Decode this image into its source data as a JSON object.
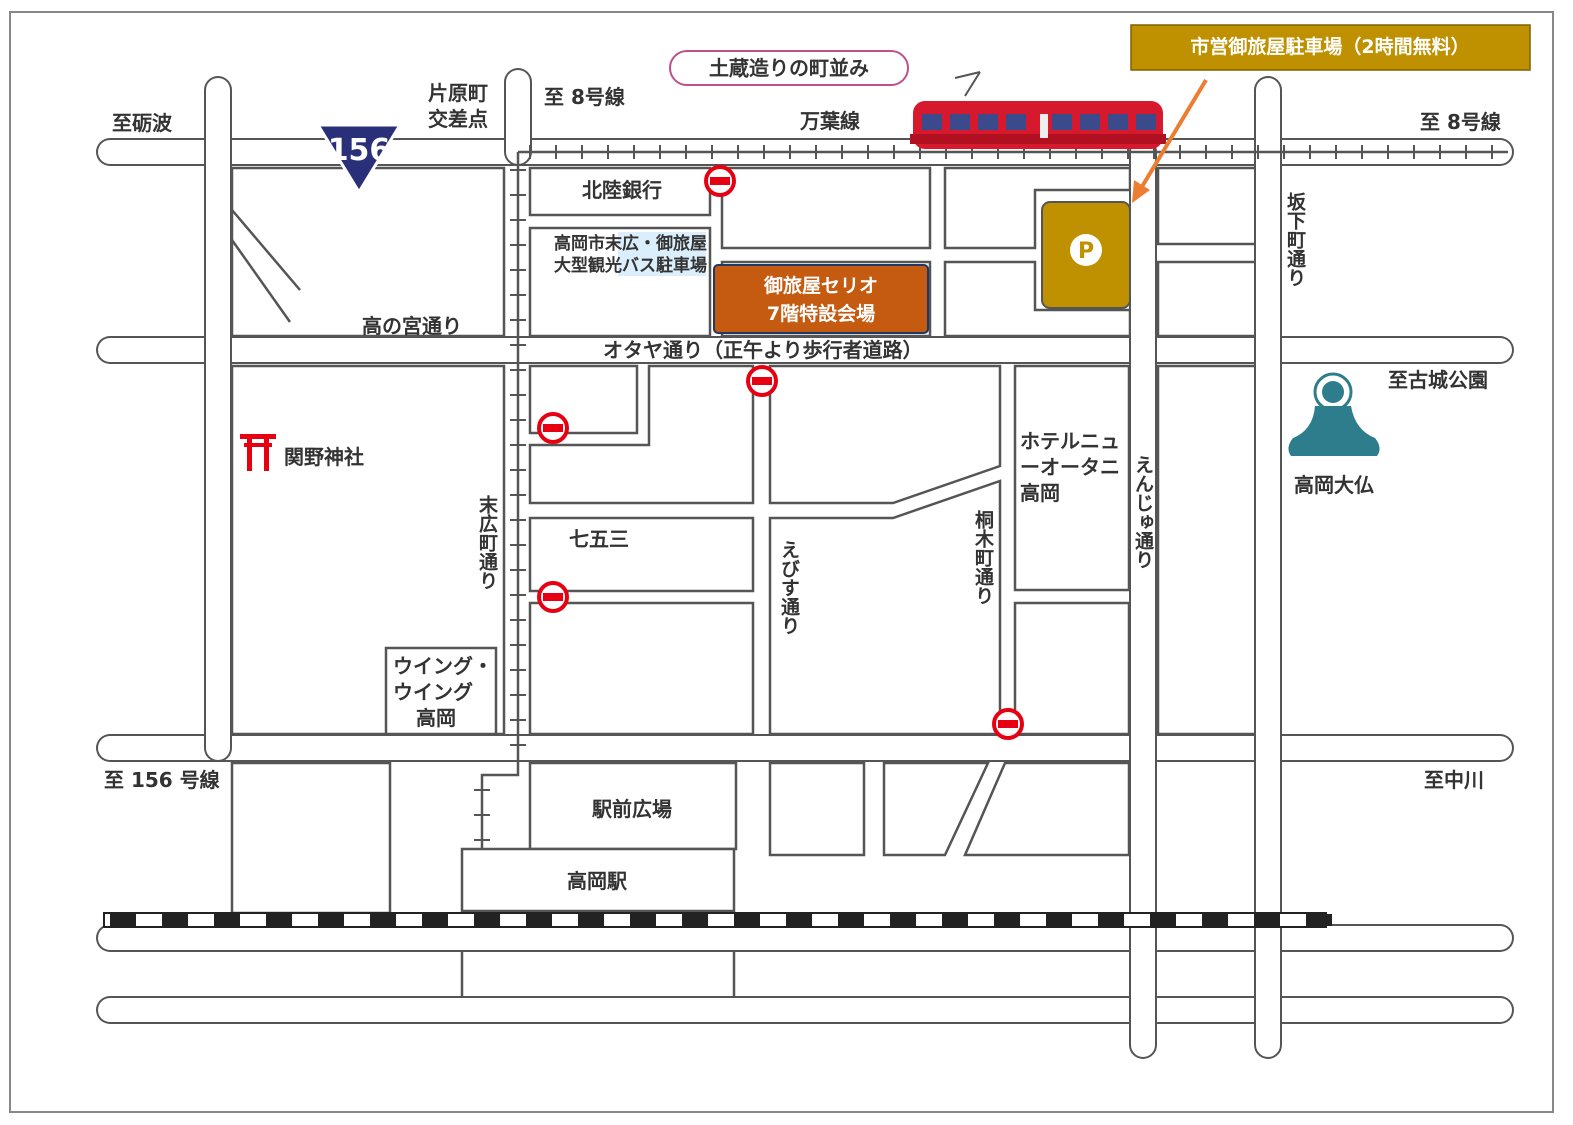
{
  "route_shield": {
    "number": "156",
    "color": "#2a2f7a"
  },
  "street_labels": {
    "to_tonami": "至砺波",
    "katahara_line1": "片原町",
    "katahara_line2": "交差点",
    "to_8_top": "至 8号線",
    "manyo_line": "万葉線",
    "to_8_right": "至 8号線",
    "takanomiya": "高の宮通り",
    "otaya": "オタヤ通り（正午より歩行者道路）",
    "to_kojo_park": "至古城公園",
    "to_156": "至 156 号線",
    "to_nakagawa": "至中川",
    "suehirocho": "末広町通り",
    "ebisu": "えびす通り",
    "kirikicho": "桐木町通り",
    "enju": "えんじゅ通り",
    "sakashitacho": "坂下町通り"
  },
  "place_labels": {
    "hokuriku_bank": "北陸銀行",
    "bus_parking_line1": "高岡市末広・御旅屋",
    "bus_parking_line2": "大型観光バス駐車場",
    "sekino_shrine": "関野神社",
    "shichigosan": "七五三",
    "wing_line1": "ウイング・",
    "wing_line2": "ウイング",
    "wing_line3": "高岡",
    "hotel_line1": "ホテルニュ",
    "hotel_line2": "ーオータニ",
    "hotel_line3": "高岡",
    "takaoka_daibutsu": "高岡大仏",
    "ekimae_plaza": "駅前広場",
    "takaoka_station": "高岡駅"
  },
  "callouts": {
    "townscape": "土蔵造りの町並み",
    "venue_line1": "御旅屋セリオ",
    "venue_line2": "7階特設会場",
    "venue_color": "#c55a11",
    "parking_title": "市営御旅屋駐車場（2時間無料）",
    "parking_color": "#bf9000",
    "parking_symbol": "P",
    "arrow_color": "#ed7d31"
  },
  "icons": {
    "torii_color": "#e60012",
    "no_entry_color": "#e60012",
    "tram_color": "#d7192e",
    "buddha_color": "#2e7d8c"
  }
}
